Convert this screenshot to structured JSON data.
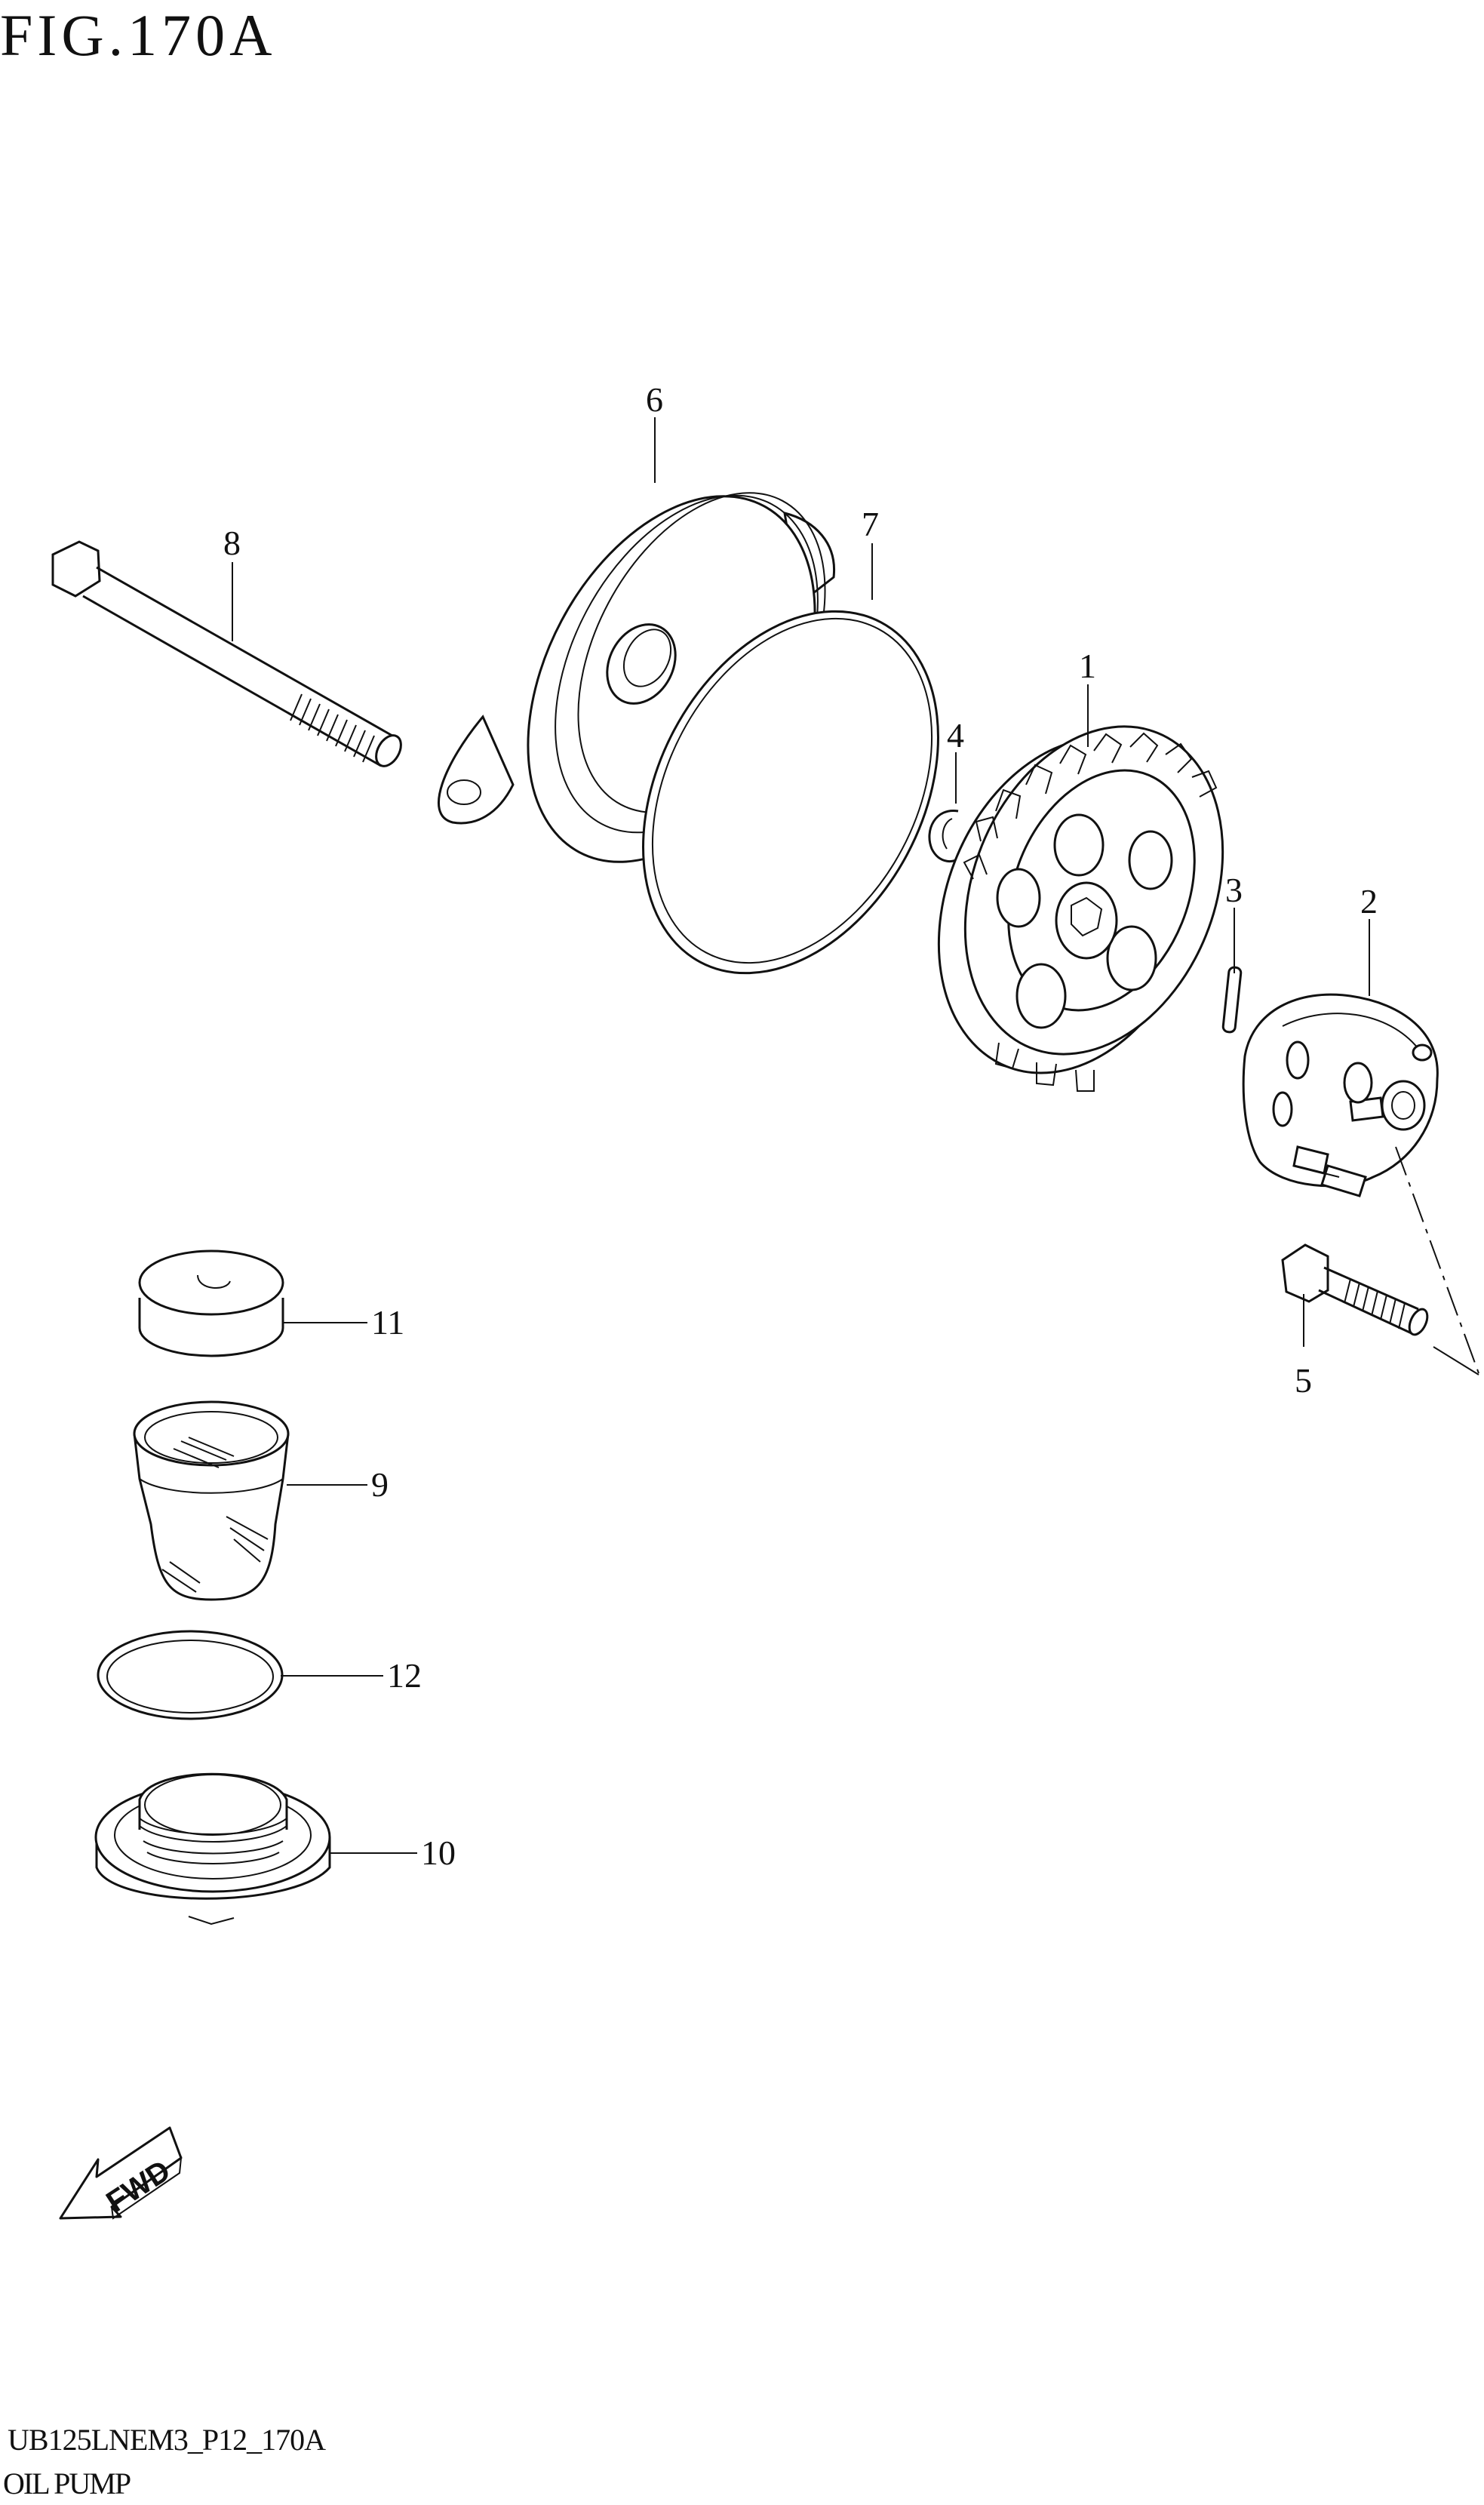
{
  "figure": {
    "title": "FIG.170A"
  },
  "footer": {
    "code": "UB125LNEM3_P12_170A",
    "name": "OIL PUMP"
  },
  "fwd_label": "FWD",
  "callouts": {
    "c1": "1",
    "c2": "2",
    "c3": "3",
    "c4": "4",
    "c5": "5",
    "c6": "6",
    "c7": "7",
    "c8": "8",
    "c9": "9",
    "c10": "10",
    "c11": "11",
    "c12": "12"
  }
}
